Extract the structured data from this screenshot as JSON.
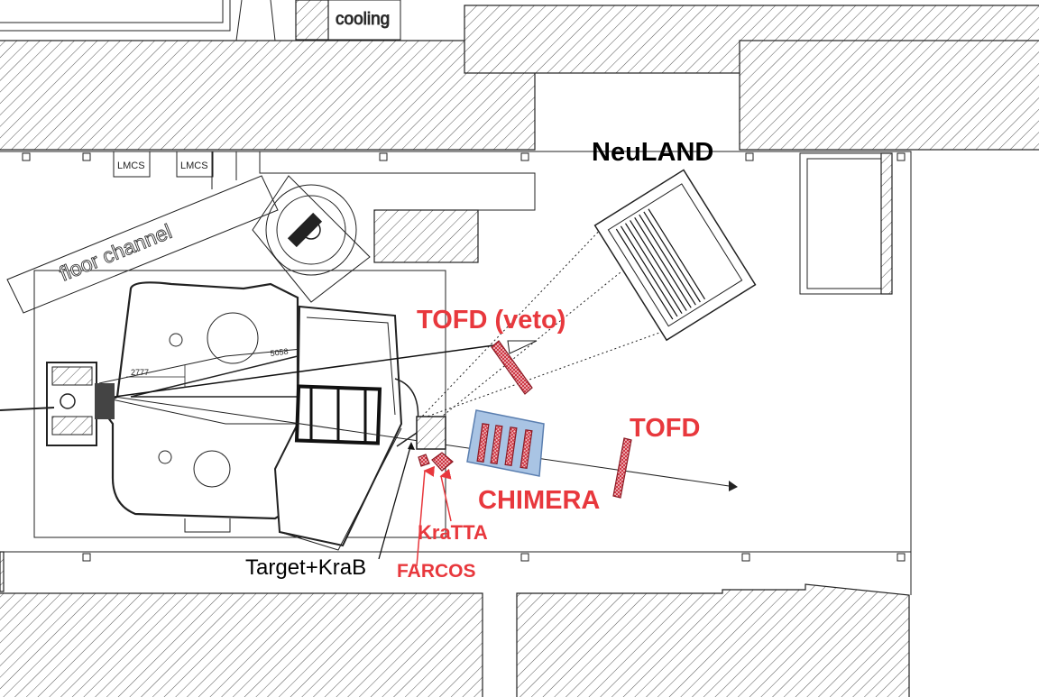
{
  "labels": {
    "cooling": "cooling",
    "lmcs_1": "LMCS",
    "lmcs_2": "LMCS",
    "floor_channel": "floor channel",
    "neuland": "NeuLAND",
    "tofd_veto": "TOFD (veto)",
    "tofd": "TOFD",
    "chimera": "CHIMERA",
    "kratta": "KraTTA",
    "farcos": "FARCOS",
    "target_krab": "Target+KraB",
    "dim_5058": "5058",
    "dim_2777": "2777"
  },
  "colors": {
    "label_red": "#e8383d",
    "chimera_fill": "#a9c4e4",
    "chimera_stroke": "#5b7fb0",
    "detector_red": "#c8202f"
  }
}
